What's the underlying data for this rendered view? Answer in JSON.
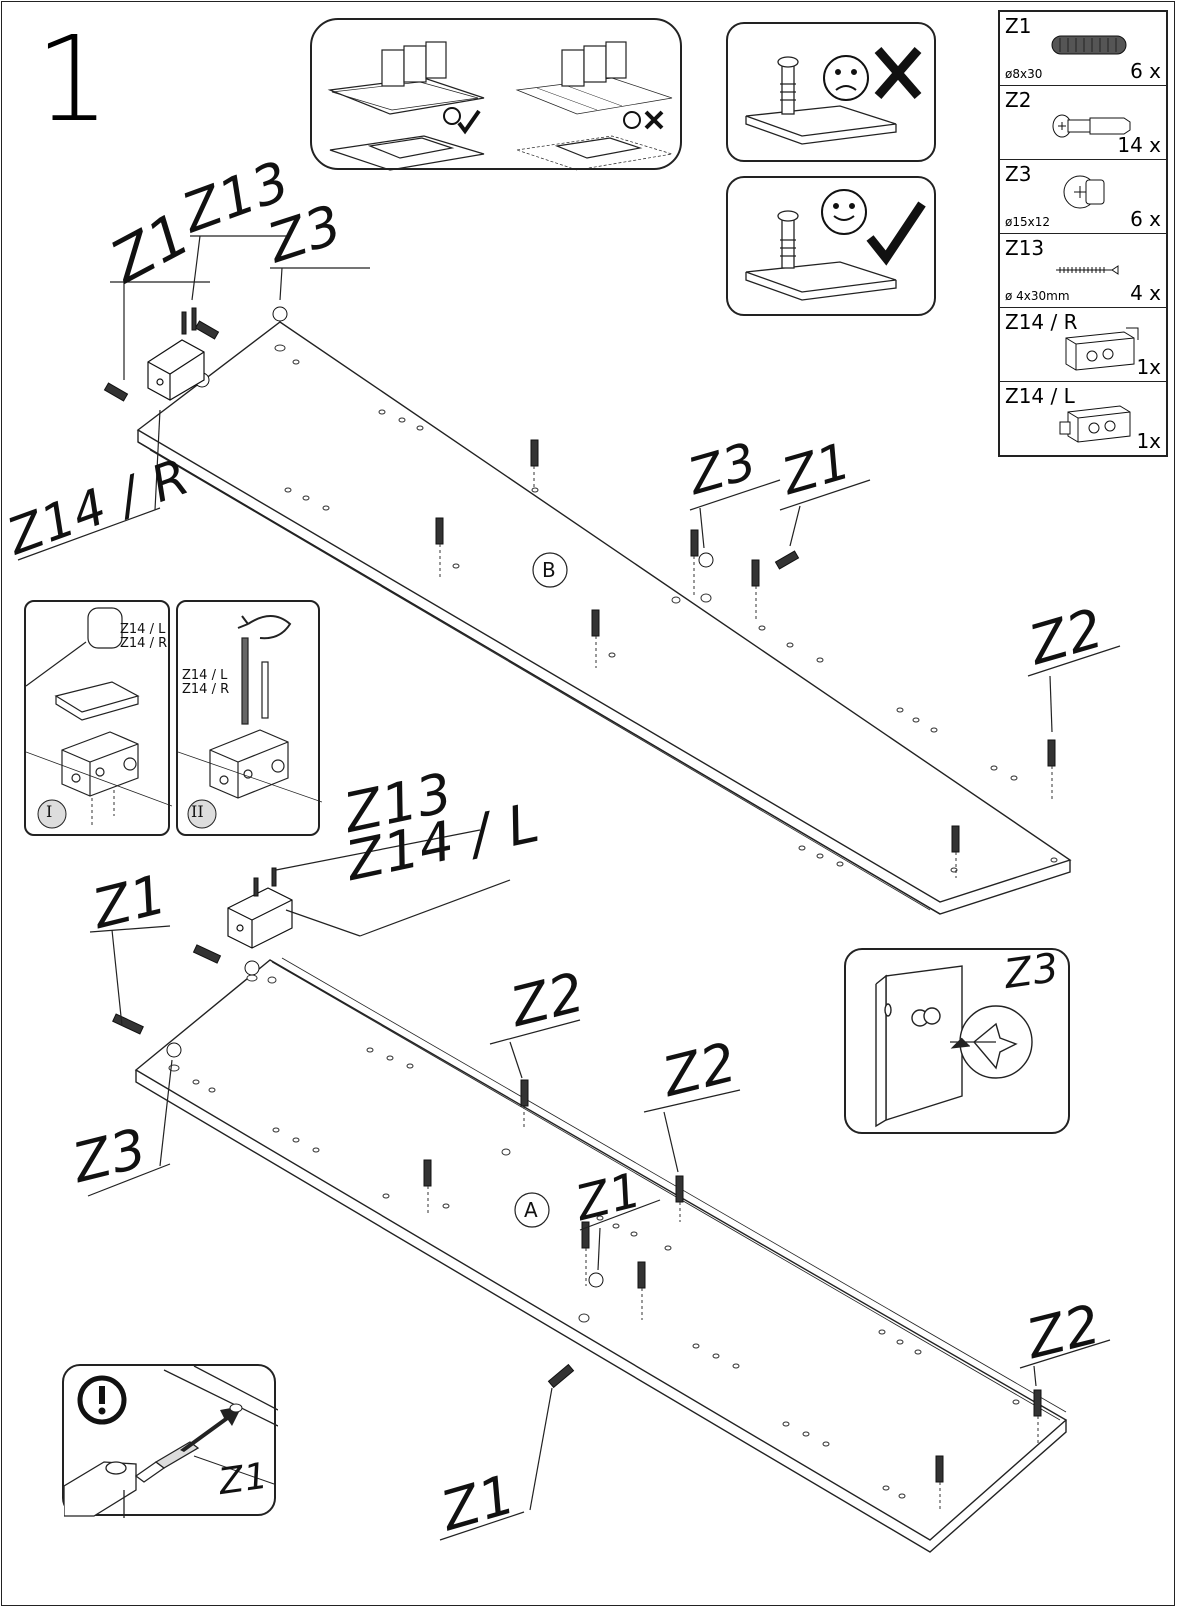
{
  "step_number": "1",
  "parts_legend": [
    {
      "code": "Z1",
      "dimension": "ø8x30",
      "quantity": "6 x"
    },
    {
      "code": "Z2",
      "dimension": "",
      "quantity": "14 x"
    },
    {
      "code": "Z3",
      "dimension": "ø15x12",
      "quantity": "6 x"
    },
    {
      "code": "Z13",
      "dimension": "ø 4x30mm",
      "quantity": "4 x"
    },
    {
      "code": "Z14 / R",
      "dimension": "",
      "quantity": "1x"
    },
    {
      "code": "Z14 / L",
      "dimension": "",
      "quantity": "1x"
    }
  ],
  "panel_labels": {
    "panel_a": "A",
    "panel_b": "B"
  },
  "callouts_panel_b": {
    "z1_left": "Z1",
    "z13": "Z13",
    "z3_top": "Z3",
    "z14r": "Z14 / R",
    "z3_mid": "Z3",
    "z1_mid": "Z1",
    "z2_right": "Z2"
  },
  "callouts_panel_a": {
    "z13": "Z13",
    "z14l": "Z14 / L",
    "z1_left": "Z1",
    "z2_a": "Z2",
    "z2_b": "Z2",
    "z3_left": "Z3",
    "z1_mid": "Z1",
    "z2_right": "Z2",
    "z1_bottom": "Z1"
  },
  "inset_steps": {
    "step1": "I",
    "step2": "II",
    "step1_label_a": "Z14 / L",
    "step1_label_b": "Z14 / R",
    "step2_label_a": "Z14 / L",
    "step2_label_b": "Z14 / R"
  },
  "detail_z3_label": "Z3",
  "warning_z1_label": "Z1"
}
